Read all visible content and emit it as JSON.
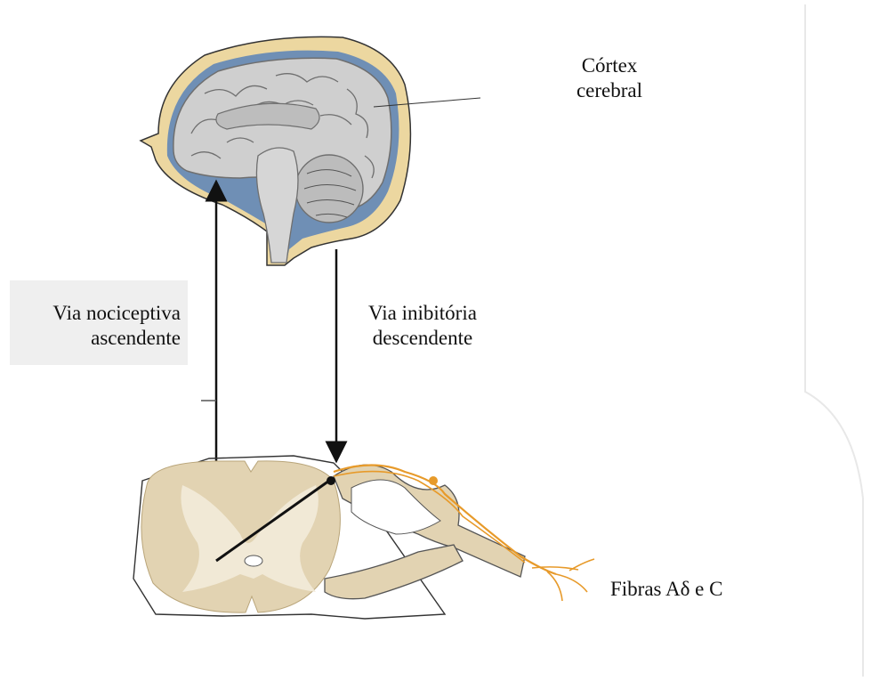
{
  "labels": {
    "cortex_line1": "Córtex",
    "cortex_line2": "cerebral",
    "asc_line1": "Via nociceptiva",
    "asc_line2": "ascendente",
    "desc_line1": "Via inibitória",
    "desc_line2": "descendente",
    "fibras": "Fibras Aδ e C"
  },
  "colors": {
    "brain_fill": "#c9c9c9",
    "brain_stroke": "#6f6f6f",
    "skull_fill": "#ecd7a0",
    "ventricle_fill": "#6f8fb5",
    "cord_fill": "#e8dcc0",
    "gray_matter": "#d9c9a6",
    "nerve_orange": "#e79a2a",
    "arrow": "#111111"
  }
}
